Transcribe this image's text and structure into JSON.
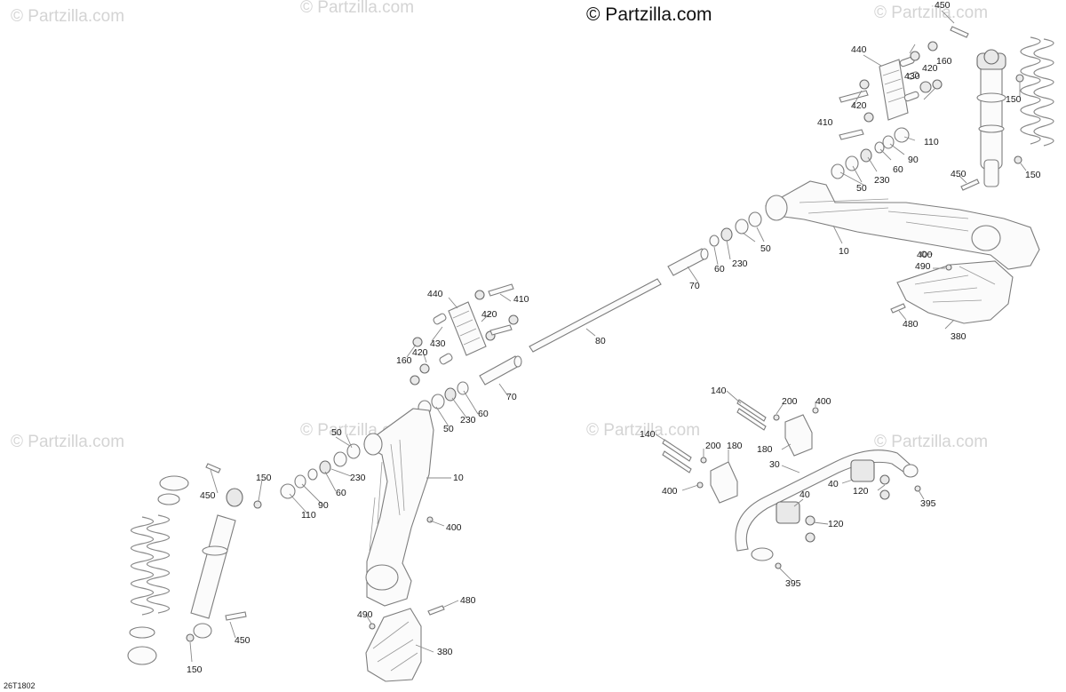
{
  "diagram": {
    "copyright": "© Partzilla.com",
    "watermark": "© Partzilla.com",
    "reference_code": "26T1802",
    "callouts": {
      "c450_tr": "450",
      "c440_r": "440",
      "c160_r": "160",
      "c420_r1": "420",
      "c430_r": "430",
      "c420_r2": "420",
      "c410_r": "410",
      "c150_tr1": "150",
      "c110_r": "110",
      "c90_r": "90",
      "c60_r": "60",
      "c230_r": "230",
      "c50_r1": "50",
      "c450_tr2": "450",
      "c150_tr2": "150",
      "c50_r2": "50",
      "c10_r": "10",
      "c400_r": "400",
      "c490_r": "490",
      "c230_r2": "230",
      "c60_r2": "60",
      "c70_r": "70",
      "c480_r": "480",
      "c380_r": "380",
      "c80": "80",
      "c440_l": "440",
      "c410_l": "410",
      "c420_l1": "420",
      "c430_l": "430",
      "c160_l": "160",
      "c420_l2": "420",
      "c70_l": "70",
      "c60_l": "60",
      "c230_l": "230",
      "c50_l2": "50",
      "c50_l1": "50",
      "c230_l2": "230",
      "c60_l2": "60",
      "c90_l": "90",
      "c110_l": "110",
      "c10_l": "10",
      "c400_l": "400",
      "c450_l": "450",
      "c150_l1": "150",
      "c450_l2": "450",
      "c150_l2": "150",
      "c490_l": "490",
      "c480_l": "480",
      "c380_l": "380",
      "c140_a": "140",
      "c200_a": "200",
      "c400_a": "400",
      "c180_a": "180",
      "c140_b": "140",
      "c200_b": "200",
      "c180_b": "180",
      "c400_b": "400",
      "c30": "30",
      "c40_a": "40",
      "c120_a": "120",
      "c395_a": "395",
      "c40_b": "40",
      "c120_b": "120",
      "c395_b": "395"
    }
  }
}
